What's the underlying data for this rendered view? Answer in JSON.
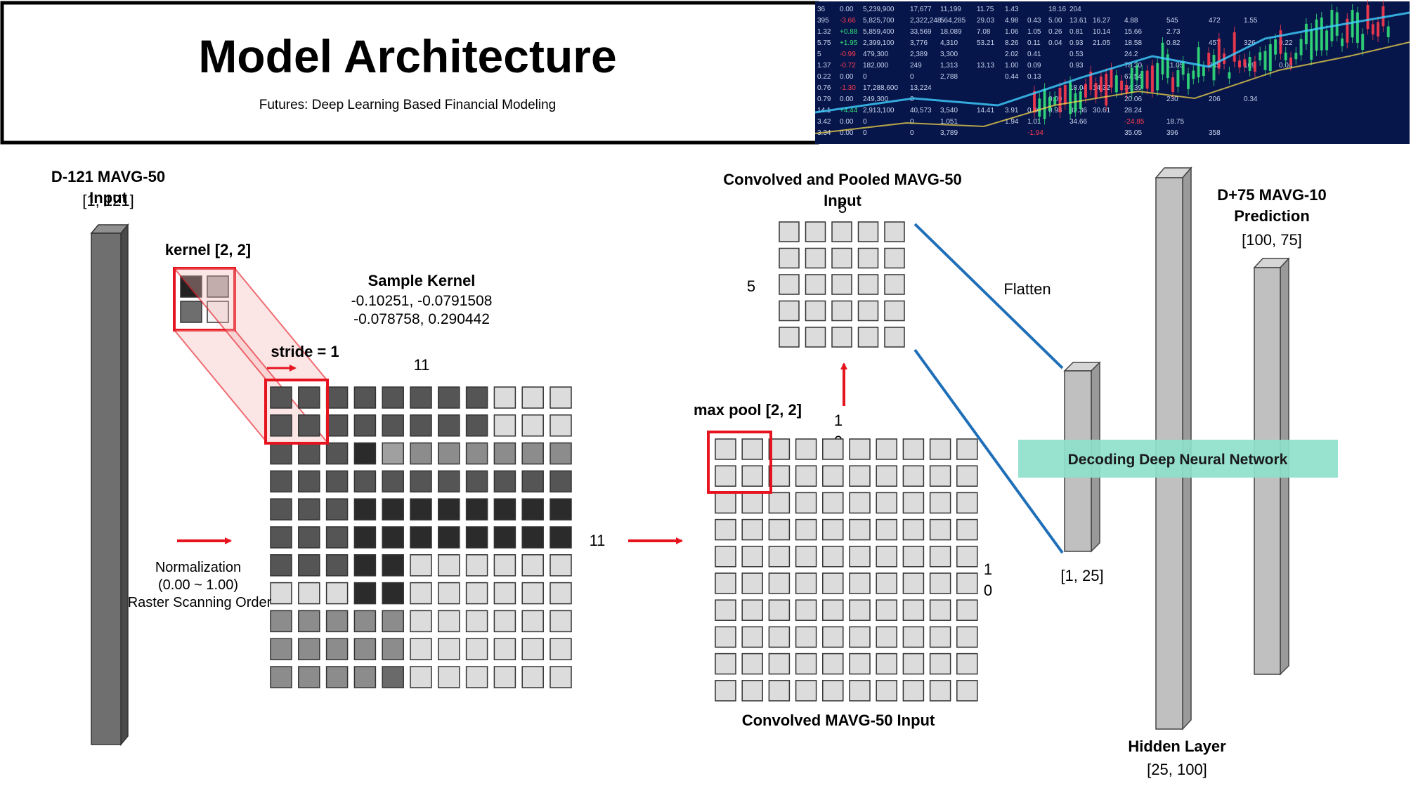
{
  "header": {
    "title": "Model Architecture",
    "subtitle": "Futures: Deep Learning Based Financial Modeling"
  },
  "ticker_banner": {
    "rows": [
      [
        "36",
        "0.00",
        "5,239,900",
        "17,677",
        "11,199",
        "11.75",
        "1.43",
        "",
        "18.16",
        "204"
      ],
      [
        "395",
        "-3.66",
        "5,825,700",
        "2,322,248",
        "564,285",
        "29.03",
        "4.98",
        "0.43",
        "5.00",
        "13.61",
        "16.27",
        "4.88",
        "545",
        "472",
        "1.55"
      ],
      [
        "1.32",
        "+0.88",
        "5,859,400",
        "33,569",
        "18,089",
        "7.08",
        "1.06",
        "1.05",
        "0.26",
        "0.81",
        "10.14",
        "15.66",
        "2.73"
      ],
      [
        "5.75",
        "+1.95",
        "2,399,100",
        "3,776",
        "4,310",
        "53.21",
        "8.26",
        "0.11",
        "0.04",
        "0.93",
        "21.05",
        "18.58",
        "0.82",
        "457",
        "326",
        "0.22"
      ],
      [
        "5",
        "-0.99",
        "479,300",
        "2,389",
        "3,300",
        "",
        "2.02",
        "0.41",
        "",
        "0.53",
        "",
        "24.2"
      ],
      [
        "1.37",
        "-0.72",
        "182,000",
        "249",
        "1,313",
        "13.13",
        "1.00",
        "0.09",
        "",
        "0.93",
        "",
        "78.30",
        "11.05",
        "245",
        "169",
        "0.04"
      ],
      [
        "0.22",
        "0.00",
        "0",
        "0",
        "2,788",
        "",
        "0.44",
        "0.13",
        "",
        "",
        "",
        "67.54"
      ],
      [
        "0.76",
        "-1.30",
        "17,288,600",
        "13,224",
        "",
        "",
        "",
        "",
        "",
        "18.04",
        "14.32",
        "34.39"
      ],
      [
        "0.79",
        "0.00",
        "249,300",
        "0",
        "",
        "",
        "",
        "",
        "0.09",
        "",
        "",
        "20.06",
        "230",
        "206",
        "0.34"
      ],
      [
        "14.1",
        "+4.44",
        "2,913,100",
        "40,573",
        "3,540",
        "14.41",
        "3.91",
        "0.40",
        "0.98",
        "32.36",
        "30.61",
        "28.24"
      ],
      [
        "3.42",
        "0.00",
        "0",
        "0",
        "1,051",
        "",
        "1.94",
        "1.01",
        "",
        "34.66",
        "",
        "-24.85",
        "18.75"
      ],
      [
        "3.34",
        "0.00",
        "0",
        "0",
        "3,789",
        "",
        "",
        "-1.94",
        "",
        "",
        "",
        "35.05",
        "396",
        "358"
      ]
    ],
    "colors": {
      "bg": "#07164a",
      "text": "#c9d4f0",
      "green": "#33e07a",
      "red": "#ff3b4e",
      "cyan": "#3fd0ff",
      "yellow": "#ffe14a"
    }
  },
  "input": {
    "title": "D-121 MAVG-50",
    "title2": "Input",
    "shape": "[1, 121]"
  },
  "kernel": {
    "label": "kernel [2, 2]",
    "shades": [
      "#222222",
      "#a8a8a8",
      "#6e6e6e",
      "#f2f2f2"
    ]
  },
  "sample_kernel": {
    "title": "Sample Kernel",
    "line1": "-0.10251, -0.0791508",
    "line2": "-0.078758, 0.290442"
  },
  "stride_label": "stride = 1",
  "normalization": {
    "line1": "Normalization",
    "line2": "(0.00 ~ 1.00)",
    "line3": "Raster Scanning Order"
  },
  "input_grid": {
    "dim_top": "11",
    "dim_right": "11",
    "cells": [
      [
        3,
        3,
        3,
        3,
        3,
        3,
        3,
        3,
        0,
        0,
        0
      ],
      [
        3,
        3,
        3,
        3,
        3,
        3,
        3,
        3,
        0,
        0,
        0
      ],
      [
        3,
        3,
        3,
        4,
        1,
        2,
        2,
        2,
        2,
        2,
        2
      ],
      [
        3,
        3,
        3,
        3,
        3,
        3,
        3,
        3,
        3,
        3,
        3
      ],
      [
        3,
        3,
        3,
        4,
        4,
        4,
        4,
        4,
        4,
        4,
        4
      ],
      [
        3,
        3,
        3,
        4,
        4,
        4,
        4,
        4,
        4,
        4,
        4
      ],
      [
        3,
        3,
        3,
        4,
        4,
        0,
        0,
        0,
        0,
        0,
        0
      ],
      [
        0,
        0,
        0,
        4,
        4,
        0,
        0,
        0,
        0,
        0,
        0
      ],
      [
        2,
        2,
        2,
        2,
        2,
        0,
        0,
        0,
        0,
        0,
        0
      ],
      [
        2,
        2,
        2,
        2,
        2,
        0,
        0,
        0,
        0,
        0,
        0
      ],
      [
        2,
        2,
        2,
        2,
        5,
        0,
        0,
        0,
        0,
        0,
        0
      ]
    ],
    "palette": [
      "#dcdcdc",
      "#a0a0a0",
      "#8c8c8c",
      "#555555",
      "#2b2b2b",
      "#6a6a6a"
    ]
  },
  "conv_grid": {
    "max_pool_label": "max pool [2, 2]",
    "title": "Convolved MAVG-50 Input",
    "dim_top_1": "1",
    "dim_top_2": "0",
    "dim_right_1": "1",
    "dim_right_2": "0",
    "rows": 10,
    "cols": 10
  },
  "pooled_grid": {
    "title": "Convolved and Pooled MAVG-50",
    "title2": "Input",
    "dim_top": "5",
    "dim_left": "5",
    "rows": 5,
    "cols": 5
  },
  "flatten_label": "Flatten",
  "flat_layer": {
    "shape": "[1, 25]"
  },
  "decoder": {
    "label": "Decoding Deep Neural Network",
    "color": "#8fe0cc"
  },
  "hidden_layer": {
    "title": "Hidden Layer",
    "shape": "[25, 100]"
  },
  "output": {
    "title": "D+75 MAVG-10",
    "title2": "Prediction",
    "shape": "[100, 75]"
  },
  "colors": {
    "accent_red": "#e6141e",
    "link_blue": "#1f6fb8",
    "cell_light": "#dcdcdc",
    "bar_gray": "#c0c0c0",
    "input_bar": "#6f6f6f"
  }
}
